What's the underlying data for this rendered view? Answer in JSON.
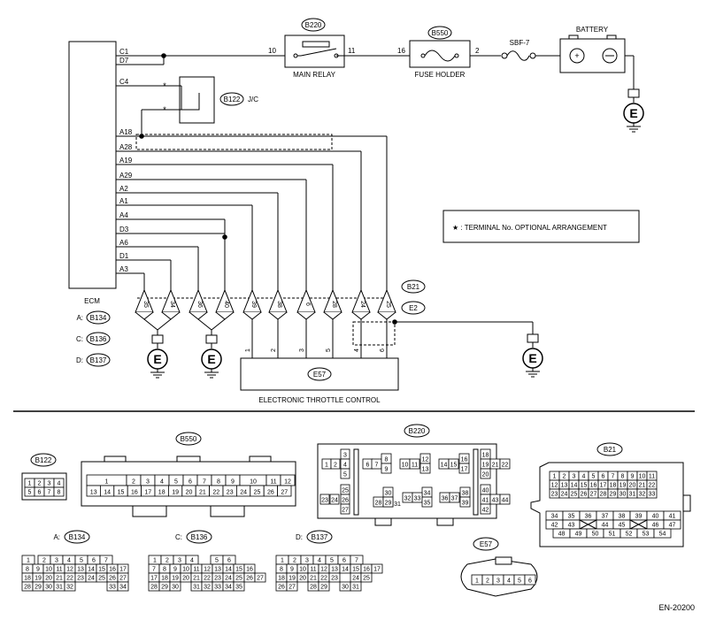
{
  "diagram": {
    "ecm": {
      "label": "ECM",
      "pins": [
        "C1",
        "D7",
        "C4",
        "A18",
        "A28",
        "A19",
        "A29",
        "A2",
        "A1",
        "A4",
        "D3",
        "A6",
        "D1",
        "A3"
      ],
      "legend": [
        {
          "letter": "A:",
          "code": "B134"
        },
        {
          "letter": "C:",
          "code": "B136"
        },
        {
          "letter": "D:",
          "code": "B137"
        }
      ]
    },
    "main_relay": {
      "code": "B220",
      "label": "MAIN RELAY",
      "pin_left": "10",
      "pin_right": "11"
    },
    "fuse_holder": {
      "code": "B550",
      "label": "FUSE HOLDER",
      "pin_left": "16",
      "pin_right": "2"
    },
    "sbf": "SBF-7",
    "battery": {
      "label": "BATTERY",
      "plus": "⊕",
      "minus": "⊖"
    },
    "jc": {
      "code": "B122",
      "label": "J/C",
      "star": "*"
    },
    "note": "★ : TERMINAL No. OPTIONAL ARRANGEMENT",
    "harness_pins": [
      "35",
      "34",
      "36",
      "40",
      "39",
      "38",
      "6",
      "28",
      "24",
      "25"
    ],
    "connector_b21": "B21",
    "connector_e2": "E2",
    "throttle": {
      "code": "E57",
      "label": "ELECTRONIC THROTTLE CONTROL",
      "pins": [
        "1",
        "2",
        "3",
        "5",
        "4",
        "6"
      ]
    },
    "ground": "E",
    "figure_id": "EN-20200"
  },
  "connectors": {
    "b122": {
      "code": "B122",
      "rows": [
        [
          "1",
          "2",
          "3",
          "4"
        ],
        [
          "5",
          "6",
          "7",
          "8"
        ]
      ]
    },
    "b550": {
      "code": "B550",
      "row1": [
        "1",
        "2",
        "3",
        "4",
        "5",
        "6",
        "7",
        "8",
        "9",
        "10",
        "11",
        "12"
      ],
      "row2": [
        "13",
        "14",
        "15",
        "16",
        "17",
        "18",
        "19",
        "20",
        "21",
        "22",
        "23",
        "24",
        "25",
        "26",
        "27"
      ]
    },
    "b220": {
      "code": "B220",
      "g1": [
        "3",
        "1",
        "2",
        "4",
        "5",
        "25",
        "23",
        "24",
        "26",
        "27"
      ],
      "g2": [
        "6",
        "7",
        "8",
        "9"
      ],
      "g3": [
        "10",
        "11",
        "12",
        "13"
      ],
      "g4": [
        "14",
        "15",
        "16",
        "17"
      ],
      "g5": [
        "30",
        "28",
        "29",
        "31"
      ],
      "g6": [
        "34",
        "32",
        "33",
        "35"
      ],
      "g7": [
        "38",
        "36",
        "37",
        "39"
      ],
      "g8": [
        "18",
        "19",
        "21",
        "22",
        "20",
        "40",
        "41",
        "43",
        "44",
        "42"
      ]
    },
    "b21": {
      "code": "B21",
      "rows": [
        [
          "1",
          "2",
          "3",
          "4",
          "5",
          "6",
          "7",
          "8",
          "9",
          "10",
          "11"
        ],
        [
          "12",
          "13",
          "14",
          "15",
          "16",
          "17",
          "18",
          "19",
          "20",
          "21",
          "22"
        ],
        [
          "23",
          "24",
          "25",
          "26",
          "27",
          "28",
          "29",
          "30",
          "31",
          "32",
          "33"
        ]
      ],
      "lower1": [
        "34",
        "35",
        "36",
        "37",
        "38",
        "39",
        "40",
        "41"
      ],
      "lower2": [
        "42",
        "43",
        "",
        "44",
        "45",
        "",
        "46",
        "47"
      ],
      "lower3": [
        "48",
        "49",
        "50",
        "51",
        "52",
        "53",
        "54"
      ]
    },
    "e57": {
      "code": "E57",
      "pins": [
        "1",
        "2",
        "3",
        "4",
        "5",
        "6"
      ]
    },
    "b134": {
      "letter": "A:",
      "code": "B134",
      "rows": [
        [
          "1",
          "",
          "2",
          "3",
          "4",
          "5",
          "6",
          "7"
        ],
        [
          "8",
          "9",
          "10",
          "11",
          "12",
          "13",
          "14",
          "15",
          "16",
          "17"
        ],
        [
          "18",
          "19",
          "20",
          "21",
          "22",
          "23",
          "24",
          "25",
          "26",
          "27"
        ],
        [
          "28",
          "29",
          "30",
          "31",
          "32",
          "",
          "",
          "",
          "33",
          "34"
        ]
      ]
    },
    "b136": {
      "letter": "C:",
      "code": "B136",
      "rows": [
        [
          "1",
          "2",
          "3",
          "4",
          "",
          "5",
          "6"
        ],
        [
          "7",
          "8",
          "9",
          "10",
          "11",
          "12",
          "13",
          "14",
          "15",
          "16"
        ],
        [
          "17",
          "18",
          "19",
          "20",
          "21",
          "22",
          "23",
          "24",
          "25",
          "26",
          "27"
        ],
        [
          "28",
          "29",
          "30",
          "",
          "31",
          "32",
          "33",
          "34",
          "35"
        ]
      ]
    },
    "b137": {
      "letter": "D:",
      "code": "B137",
      "rows": [
        [
          "1",
          "2",
          "3",
          "4",
          "5",
          "6",
          "7"
        ],
        [
          "8",
          "9",
          "10",
          "11",
          "12",
          "13",
          "14",
          "15",
          "16",
          "17"
        ],
        [
          "18",
          "19",
          "20",
          "21",
          "22",
          "23",
          "",
          "24",
          "25"
        ],
        [
          "26",
          "27",
          "",
          "28",
          "29",
          "",
          "30",
          "31"
        ]
      ]
    }
  }
}
